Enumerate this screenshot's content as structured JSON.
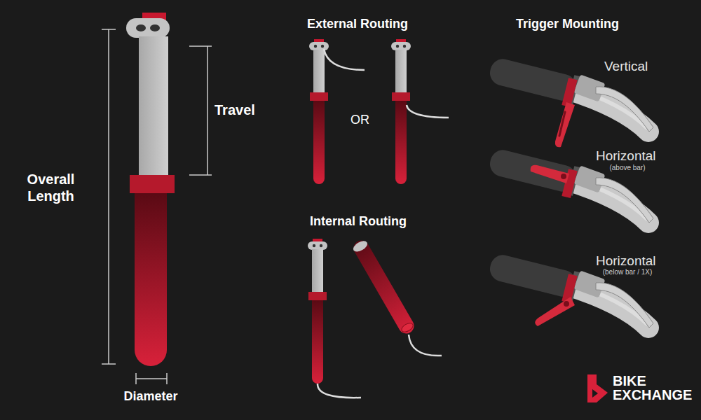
{
  "diagram": {
    "labels": [
      "Overall Length",
      "Travel",
      "Diameter",
      "External Routing",
      "OR",
      "Internal Routing",
      "Trigger Mounting",
      "Vertical",
      "Horizontal",
      "(above bar)",
      "Horizontal",
      "(below bar / 1X)",
      "BIKE EXCHANGE"
    ]
  }
}
